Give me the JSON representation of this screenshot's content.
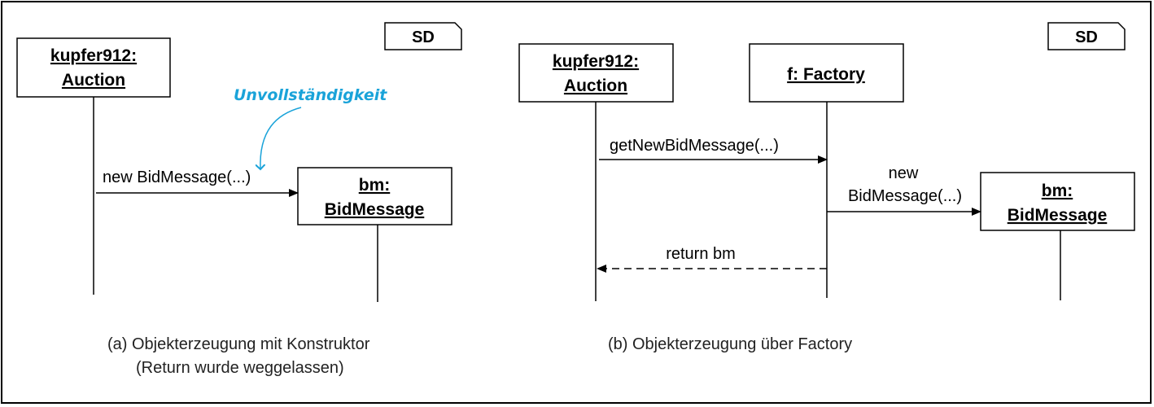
{
  "diagram_a": {
    "frame_tag": "SD",
    "objects": [
      {
        "line1": "kupfer912:",
        "line2": "Auction"
      },
      {
        "line1": "bm:",
        "line2": "BidMessage"
      }
    ],
    "message": "new BidMessage(...)",
    "annotation": "Unvollständigkeit",
    "caption_line1": "(a) Objekterzeugung mit Konstruktor",
    "caption_line2": "(Return wurde weggelassen)"
  },
  "diagram_b": {
    "frame_tag": "SD",
    "objects": [
      {
        "line1": "kupfer912:",
        "line2": "Auction"
      },
      {
        "line1": "f: Factory"
      },
      {
        "line1": "bm:",
        "line2": "BidMessage"
      }
    ],
    "messages": [
      {
        "label": "getNewBidMessage(...)"
      },
      {
        "label_line1": "new",
        "label_line2": "BidMessage(...)"
      },
      {
        "label": "return bm"
      }
    ],
    "caption": "(b) Objekterzeugung über Factory"
  },
  "colors": {
    "annotation": "#1aa3d9",
    "lines": "#000000"
  }
}
